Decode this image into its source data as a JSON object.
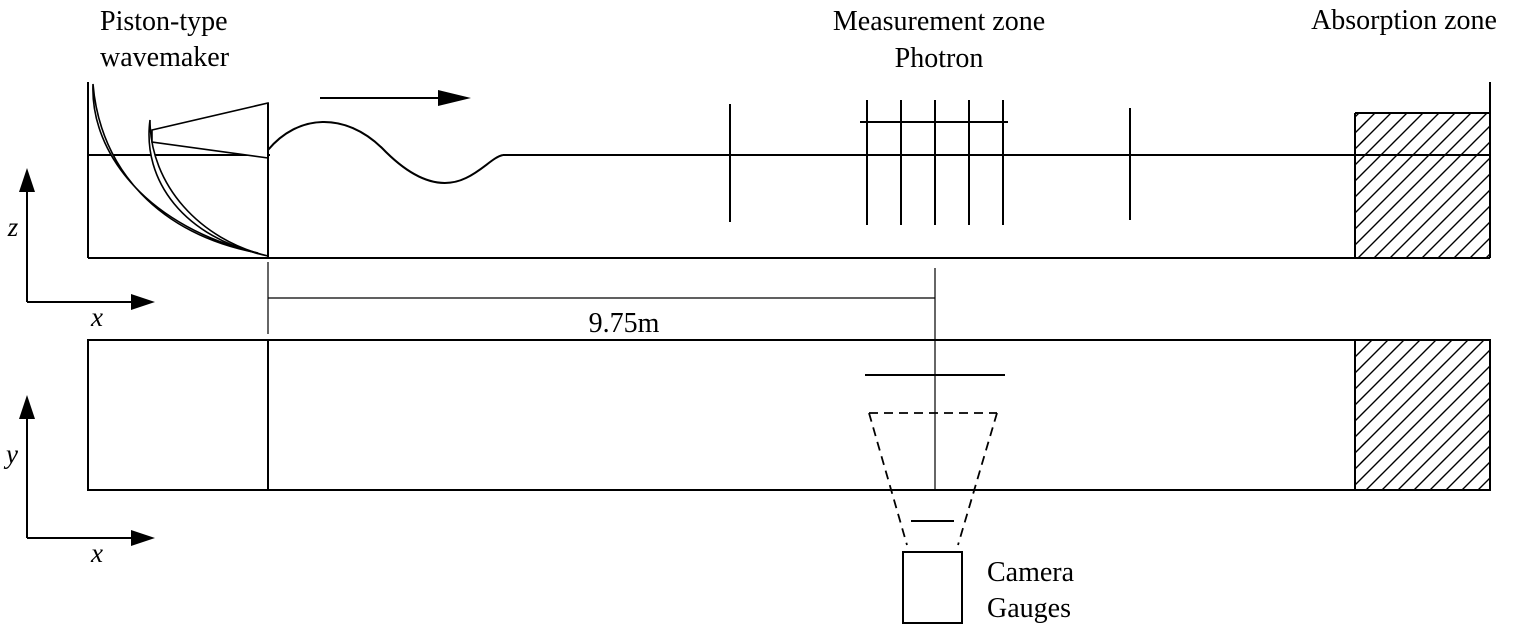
{
  "colors": {
    "line": "#000000",
    "background": "#ffffff"
  },
  "labels": {
    "wavemaker": [
      "Piston-type",
      "wavemaker"
    ],
    "measurement_zone": "Measurement zone",
    "measurement_device": "Photron",
    "absorption_zone": "Absorption zone",
    "distance": "9.75m",
    "camera": [
      "Camera",
      "Gauges"
    ]
  },
  "axes": {
    "side_view": {
      "vertical": "z",
      "horizontal": "x"
    },
    "plan_view": {
      "vertical": "y",
      "horizontal": "x"
    }
  }
}
